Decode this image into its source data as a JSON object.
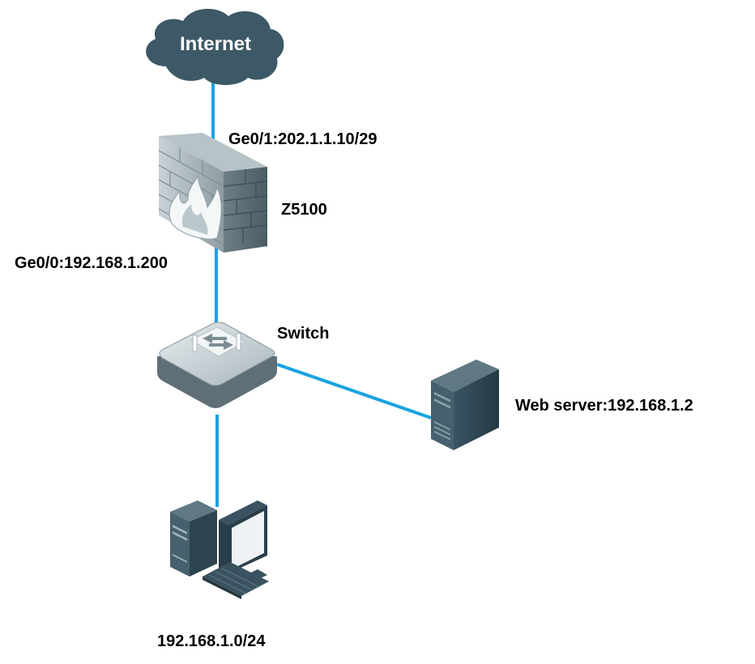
{
  "diagram": {
    "internet": {
      "label": "Internet"
    },
    "firewall": {
      "name": "Z5100",
      "wan_interface": "Ge0/1:202.1.1.10/29",
      "lan_interface": "Ge0/0:192.168.1.200"
    },
    "switch": {
      "name": "Switch"
    },
    "web_server": {
      "label": "Web server:192.168.1.2"
    },
    "lan": {
      "subnet": "192.168.1.0/24"
    }
  },
  "colors": {
    "link": "#1aa3e0",
    "device_dark": "#2e4a5a",
    "cloud": "#3d5866"
  },
  "icons": [
    "cloud-icon",
    "firewall-icon",
    "switch-icon",
    "server-icon",
    "workstation-icon"
  ]
}
